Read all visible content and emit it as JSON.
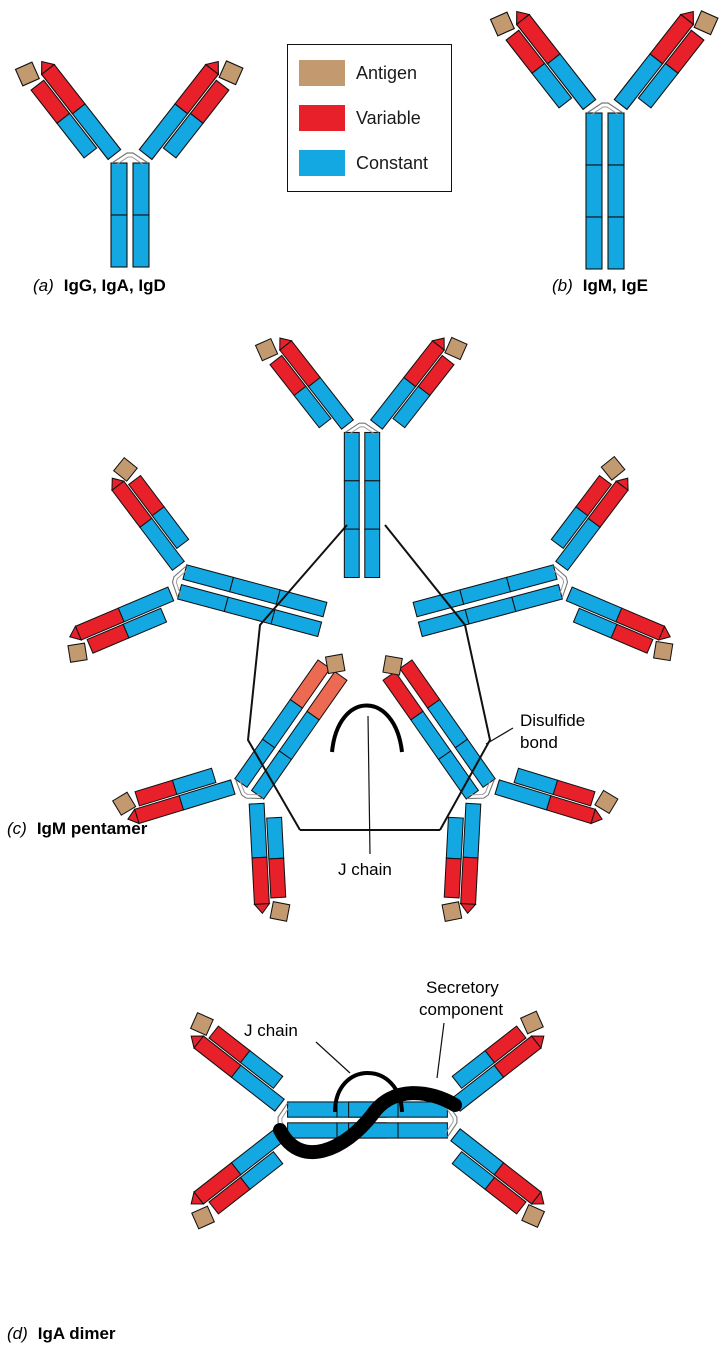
{
  "legend": {
    "items": [
      {
        "label": "Antigen",
        "color": "#c39a70"
      },
      {
        "label": "Variable",
        "color": "#e8202a"
      },
      {
        "label": "Constant",
        "color": "#13a8e2"
      }
    ]
  },
  "colors": {
    "constant": "#13a8e2",
    "variable": "#e8202a",
    "variable_alt": "#ec6a52",
    "antigen": "#c39a70",
    "outline": "#111111",
    "chain": "#000000"
  },
  "panels": {
    "a": {
      "letter": "(a)",
      "name": "IgG, IgA, IgD"
    },
    "b": {
      "letter": "(b)",
      "name": "IgM, IgE"
    },
    "c": {
      "letter": "(c)",
      "name": "IgM pentamer"
    },
    "d": {
      "letter": "(d)",
      "name": "IgA dimer"
    }
  },
  "labels": {
    "disulfide_line1": "Disulfide",
    "disulfide_line2": "bond",
    "j_chain_c": "J chain",
    "j_chain_d": "J chain",
    "secretory_line1": "Secretory",
    "secretory_line2": "component"
  }
}
